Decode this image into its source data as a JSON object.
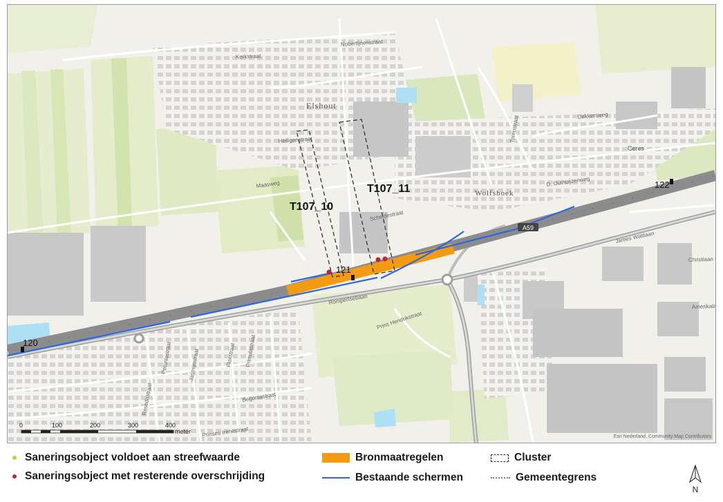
{
  "map": {
    "clusters": [
      {
        "label": "T107_10"
      },
      {
        "label": "T107_11"
      }
    ],
    "km_markers": [
      "120",
      "121",
      "122"
    ],
    "place_labels": [
      "Elshout",
      "Wolfshoek",
      "Ceres"
    ],
    "road_shield": "A59",
    "street_labels": [
      "Kerkstraat",
      "Nobertijnenstraat",
      "Heiligenstraat",
      "Dekkersweg",
      "Torenstraat",
      "Maasweg",
      "Scheldestraat",
      "James Wattlaan",
      "D. Outhuijzenweg",
      "Rompertsebaan",
      "Prins Hendrikstraat",
      "Prinses Irenestraat",
      "Begoniastraat",
      "Petuniastraat",
      "Resedastraat",
      "Floxstraat",
      "Jasmijnstraat",
      "Primulastraat",
      "Christiaan Huygensweg",
      "Amerikalaan"
    ],
    "scale_bar": {
      "ticks": [
        "0",
        "100",
        "200",
        "300",
        "400"
      ],
      "unit": "meter"
    },
    "credit": "Esri Nederland, Community Map Contributors"
  },
  "legend": {
    "items": [
      {
        "key": "voldoet",
        "label": "Saneringsobject voldoet aan streefwaarde"
      },
      {
        "key": "overschrijding",
        "label": "Saneringsobject met resterende overschrijding"
      },
      {
        "key": "bronmaatregelen",
        "label": "Bronmaatregelen"
      },
      {
        "key": "schermen",
        "label": "Bestaande schermen"
      },
      {
        "key": "cluster",
        "label": "Cluster"
      },
      {
        "key": "gemeentegrens",
        "label": "Gemeentegrens"
      }
    ],
    "north_label": "N"
  },
  "colors": {
    "highway": "#8c8c8c",
    "bronmaatregelen": "#f39c12",
    "schermen": "#2d67e0",
    "overschrijding": "#c0262d",
    "voldoet": "#c9c93a",
    "green_field": "#dbe8c0",
    "built": "#c8c8c8"
  }
}
